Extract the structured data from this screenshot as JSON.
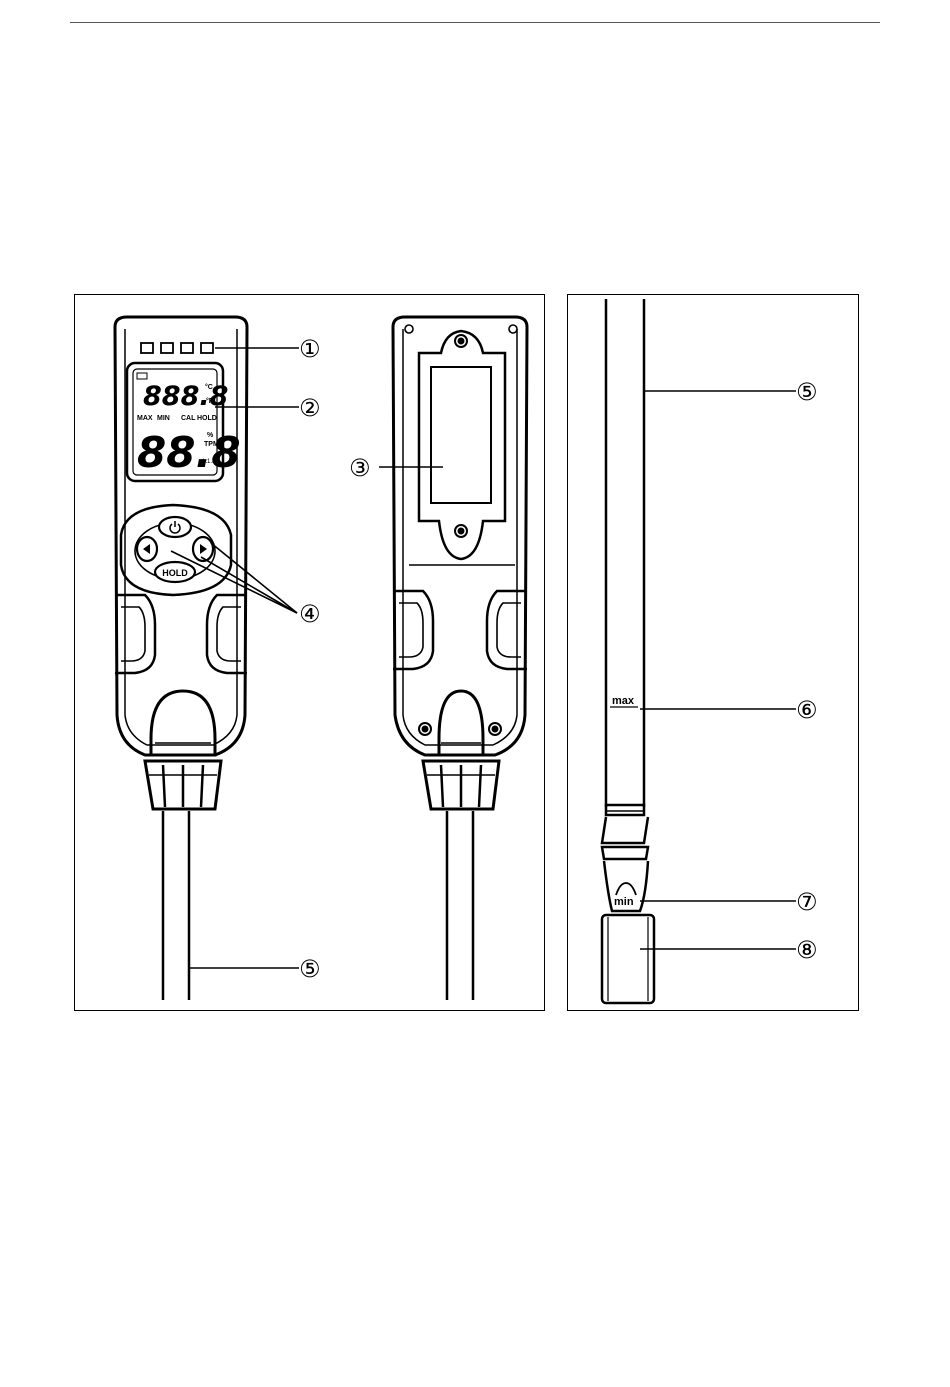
{
  "figure": {
    "callouts": [
      "①",
      "②",
      "③",
      "④",
      "⑤",
      "⑤",
      "⑥",
      "⑦",
      "⑧"
    ]
  },
  "lcd": {
    "top_digits": "888.8",
    "unit_c": "°C",
    "unit_f": "°F",
    "mode_labels": [
      "MAX",
      "MIN",
      "CAL",
      "HOLD"
    ],
    "bottom_digits": "88.8",
    "unit_percent": "%",
    "unit_tpm": "TPM",
    "battery_marker": "(x1.3)"
  },
  "buttons": {
    "power_icon": "power-icon",
    "hold_label": "HOLD",
    "left_icon": "triangle-left-icon",
    "right_icon": "triangle-right-icon"
  },
  "probe": {
    "max_mark": "max",
    "min_mark": "min"
  }
}
